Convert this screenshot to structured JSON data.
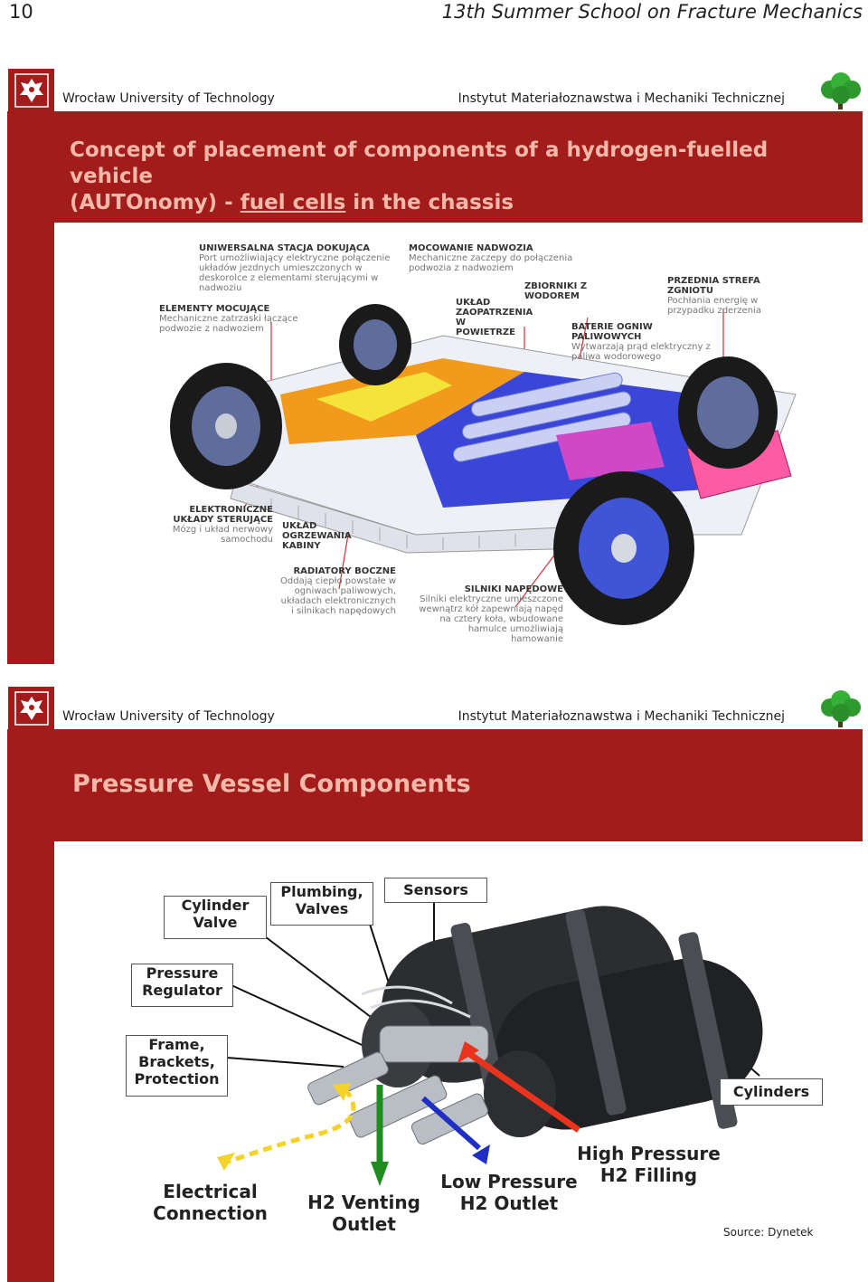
{
  "page": {
    "number": "10",
    "running_title": "13th Summer School on Fracture Mechanics"
  },
  "slide1": {
    "university": "Wrocław University of Technology",
    "institute": "Instytut Materiałoznawstwa i Mechaniki Technicznej",
    "title_line1": "Concept of placement of components of a hydrogen-fuelled vehicle",
    "title_line2_pre": "(AUTOnomy) - ",
    "title_line2_link": "fuel cells",
    "title_line2_post": " in the chassis",
    "callouts": [
      {
        "head": "UNIWERSALNA STACJA DOKUJĄCA",
        "sub": "Port umożliwiający elektryczne połączenie układów jezdnych umieszczonych w deskorolce z elementami sterującymi w nadwoziu"
      },
      {
        "head": "MOCOWANIE NADWOZIA",
        "sub": "Mechaniczne zaczepy do połączenia podwozia z nadwoziem"
      },
      {
        "head": "ELEMENTY MOCUJĄCE",
        "sub": "Mechaniczne zatrzaski łączące podwozie z nadwoziem"
      },
      {
        "head": "UKŁAD ZAOPATRZENIA W POWIETRZE",
        "sub": ""
      },
      {
        "head": "ZBIORNIKI Z WODOREM",
        "sub": ""
      },
      {
        "head": "PRZEDNIA STREFA ZGNIOTU",
        "sub": "Pochłania energię w przypadku zderzenia"
      },
      {
        "head": "BATERIE OGNIW PALIWOWYCH",
        "sub": "Wytwarzają prąd elektryczny z paliwa wodorowego"
      },
      {
        "head": "ELEKTRONICZNE UKŁADY STERUJĄCE",
        "sub": "Mózg i układ nerwowy samochodu"
      },
      {
        "head": "UKŁAD OGRZEWANIA KABINY",
        "sub": ""
      },
      {
        "head": "RADIATORY BOCZNE",
        "sub": "Oddają ciepło powstałe w ogniwach paliwowych, układach elektronicznych i silnikach napędowych"
      },
      {
        "head": "SILNIKI NAPĘDOWE",
        "sub": "Silniki elektryczne umieszczone wewnątrz kół zapewniają napęd na cztery koła, wbudowane hamulce umożliwiają hamowanie"
      }
    ]
  },
  "slide2": {
    "university": "Wrocław University of Technology",
    "institute": "Instytut Materiałoznawstwa i Mechaniki Technicznej",
    "title": "Pressure Vessel Components",
    "labels": {
      "cylinder_valve_1": "Cylinder",
      "cylinder_valve_2": "Valve",
      "plumbing_1": "Plumbing,",
      "plumbing_2": "Valves",
      "sensors": "Sensors",
      "regulator_1": "Pressure",
      "regulator_2": "Regulator",
      "frame_1": "Frame,",
      "frame_2": "Brackets,",
      "frame_3": "Protection",
      "cylinders": "Cylinders",
      "high_pressure_1": "High Pressure",
      "high_pressure_2": "H2 Filling",
      "low_pressure_1": "Low Pressure",
      "low_pressure_2": "H2 Outlet",
      "venting_1": "H2 Venting",
      "venting_2": "Outlet",
      "electrical_1": "Electrical",
      "electrical_2": "Connection"
    },
    "source": "Source: Dynetek",
    "colors": {
      "high_pressure_arrow": "#e8341c",
      "low_pressure_arrow": "#1f2fc4",
      "venting_arrow": "#1e8c1e",
      "electrical_arrow": "#f5d22a"
    }
  },
  "theme": {
    "brand_red": "#a31c1c",
    "title_color": "#f4b9a8"
  }
}
